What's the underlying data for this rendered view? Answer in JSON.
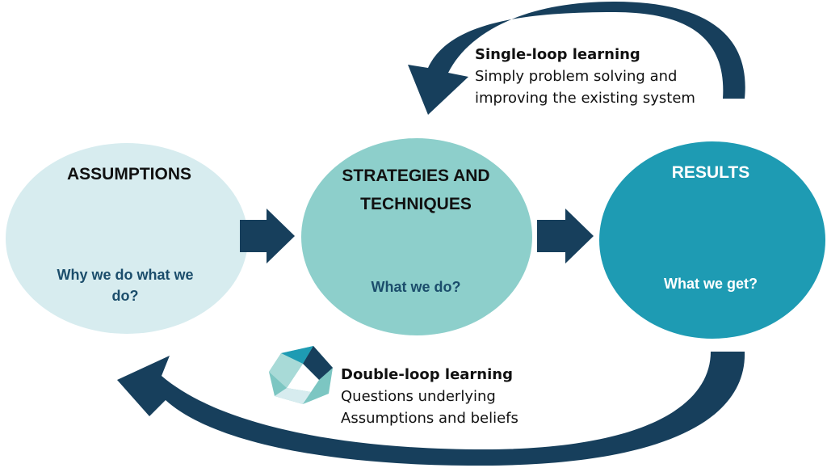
{
  "colors": {
    "assumptions": "#d7ecef",
    "strategies": "#8dcfcb",
    "results": "#1e9bb3",
    "arrow": "#173f5c"
  },
  "nodes": [
    {
      "title": "ASSUMPTIONS",
      "question": "Why we do what we do?"
    },
    {
      "title": "STRATEGIES AND TECHNIQUES",
      "question": "What we do?"
    },
    {
      "title": "RESULTS",
      "question": "What we get?"
    }
  ],
  "single_loop": {
    "title": "Single-loop learning",
    "line1": "Simply problem solving and",
    "line2": "improving the existing system"
  },
  "double_loop": {
    "title": "Double-loop learning",
    "line1": "Questions underlying",
    "line2": "Assumptions and beliefs"
  },
  "logo_icon": "hexagon-logo-icon"
}
